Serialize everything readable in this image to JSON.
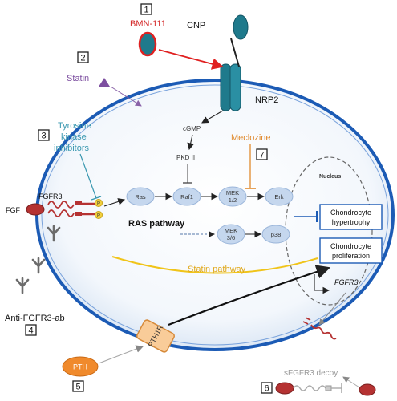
{
  "labels": {
    "bmn": "BMN-111",
    "cnp": "CNP",
    "nrp2": "NRP2",
    "statin": "Statin",
    "tki1": "Tyrosine",
    "tki2": "kinase",
    "tki3": "inhibitors",
    "cgmp": "cGMP",
    "pkd": "PKD II",
    "meclozine": "Meclozine",
    "nucleus": "Nucleus",
    "fgfr3": "FGFR3",
    "fgf": "FGF",
    "ras": "Ras",
    "raf1": "Raf1",
    "mek12_a": "MEK",
    "mek12_b": "1/2",
    "erk": "Erk",
    "ras_pathway": "RAS pathway",
    "mek36_a": "MEK",
    "mek36_b": "3/6",
    "p38": "p38",
    "hyper_a": "Chondrocyte",
    "hyper_b": "hypertrophy",
    "prolif_a": "Chondrocyte",
    "prolif_b": "proliferation",
    "statin_pathway": "Statin pathway",
    "fgfr3_gene": "FGFR3",
    "anti_ab": "Anti-FGFR3-ab",
    "pth1r": "PTH1R",
    "pth": "PTH",
    "decoy": "sFGFR3 decoy",
    "p": "P"
  },
  "numbers": {
    "n1": "1",
    "n2": "2",
    "n3": "3",
    "n4": "4",
    "n5": "5",
    "n6": "6",
    "n7": "7"
  },
  "colors": {
    "bmn": "#d42a2a",
    "cnp": "#1f7a8c",
    "statin": "#7d4fa0",
    "tki": "#3a98b0",
    "meclozine": "#e08a2e",
    "statin_path": "#f0c419",
    "pth": "#f08a2c",
    "fgf": "#b53232",
    "cell": "#1c5bb5"
  }
}
